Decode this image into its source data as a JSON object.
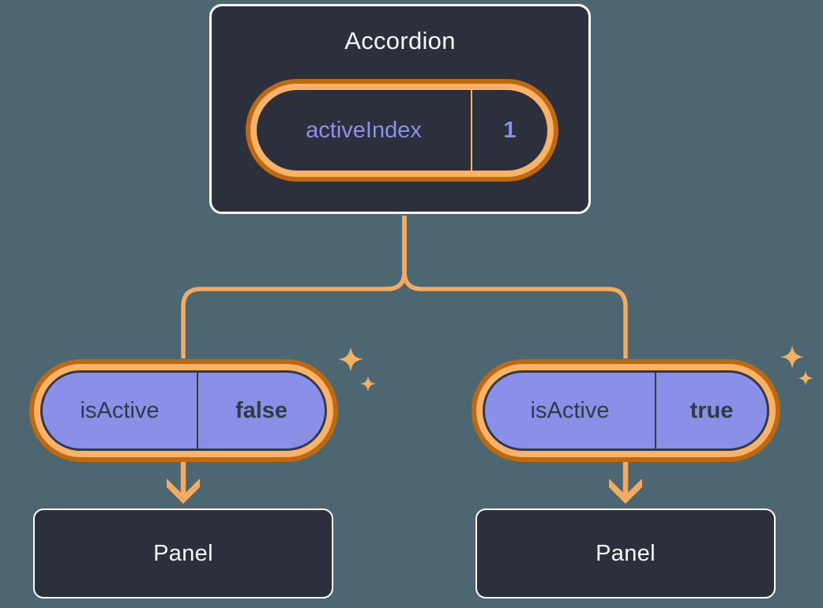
{
  "colors": {
    "background": "#4C6771",
    "node_fill": "#2B303C",
    "node_border": "#FFFFFF",
    "purple_fill": "#8A90E8",
    "purple_text": "#8A91E8",
    "dark_text": "#333A46",
    "title_text": "#F6F7F9",
    "ring_light": "#F8B26A",
    "ring_dark": "#BE6910",
    "connector": "#F4AB60",
    "sparkle": "#F3B165"
  },
  "root_node": {
    "title": "Accordion",
    "state": {
      "name": "activeIndex",
      "value": "1"
    }
  },
  "children": [
    {
      "state": {
        "name": "isActive",
        "value": "false"
      },
      "panel_label": "Panel"
    },
    {
      "state": {
        "name": "isActive",
        "value": "true"
      },
      "panel_label": "Panel"
    }
  ],
  "icons": [
    "sparkles-icon-root",
    "sparkles-icon-left",
    "sparkles-icon-right",
    "arrow-down-icon-left",
    "arrow-down-icon-right"
  ]
}
